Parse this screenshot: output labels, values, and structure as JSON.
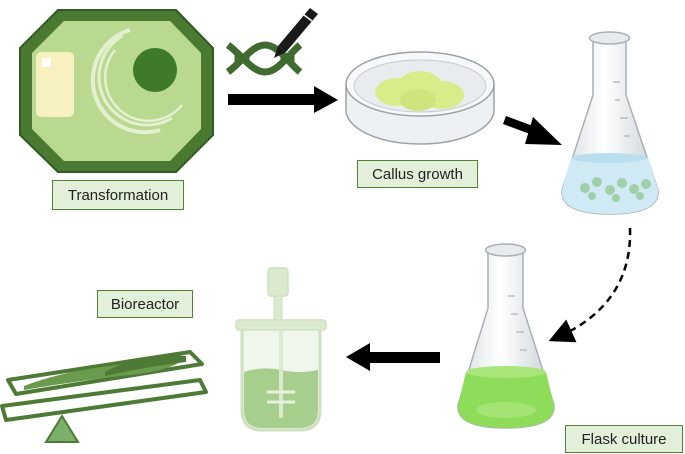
{
  "steps": {
    "transformation": "Transformation",
    "callus_growth": "Callus growth",
    "bioreactor": "Bioreactor",
    "flask_culture": "Flask culture"
  },
  "icons": [
    "plant-cell-icon",
    "dna-edit-icon",
    "petri-dish-icon",
    "erlenmeyer-flask-icon",
    "bioreactor-vessel-icon",
    "rocking-bioreactor-icon"
  ],
  "colors": {
    "label_fill": "#e2efd9",
    "label_border": "#548235",
    "cell_wall": "#3d6b2a",
    "cell_fill": "#a9d18e",
    "nucleus": "#3d7a2a",
    "dna": "#3f6b2e",
    "callus": "#d8ec8a",
    "flask_medium_blue": "#cfeaf5",
    "flask_medium_green": "#8fdc5a",
    "bioreactor_medium": "#a6cf8e",
    "arrows": "#000000"
  }
}
